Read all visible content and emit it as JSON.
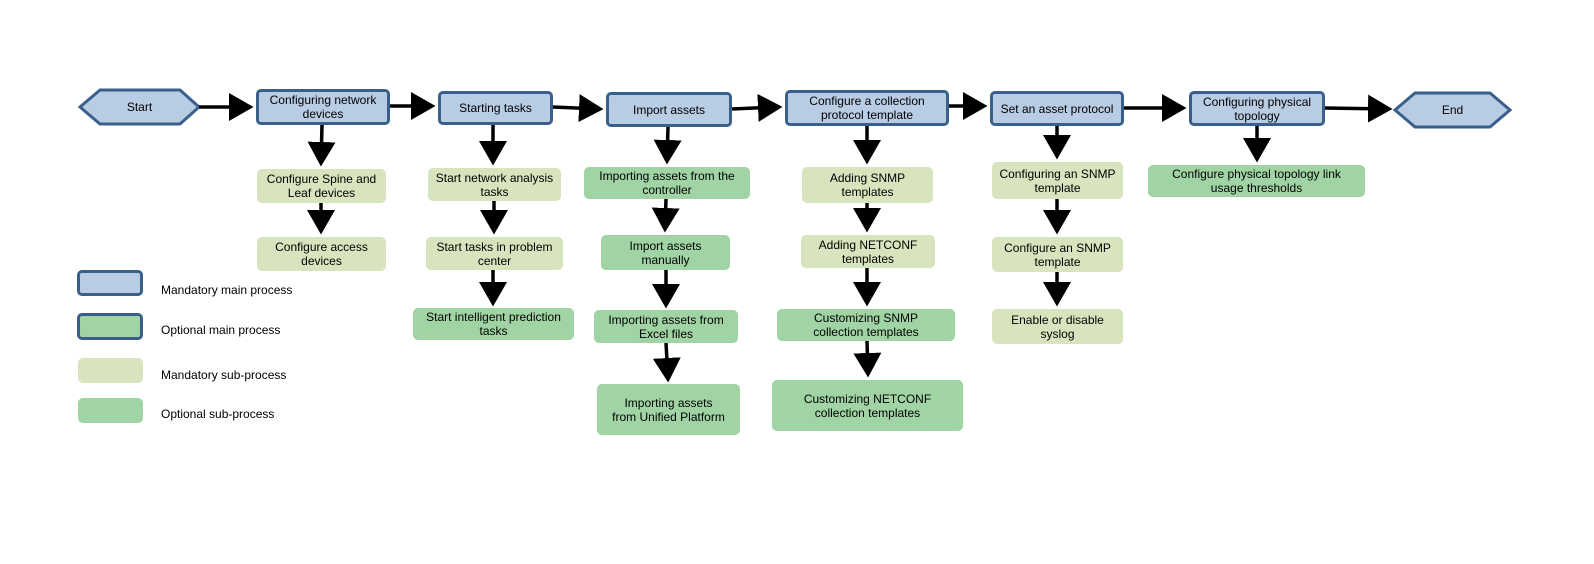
{
  "terminals": {
    "start": "Start",
    "end": "End"
  },
  "main": [
    "Configuring network devices",
    "Starting tasks",
    "Import assets",
    "Configure a collection protocol template",
    "Set an asset protocol",
    "Configuring physical topology"
  ],
  "subs": {
    "network_devices": [
      "Configure Spine and Leaf devices",
      "Configure access devices"
    ],
    "starting_tasks": [
      "Start network analysis tasks",
      "Start tasks in problem center",
      "Start intelligent prediction tasks"
    ],
    "import_assets": [
      "Importing assets from the controller",
      "Import assets manually",
      "Importing assets from Excel files",
      "Importing assets from Unified Platform"
    ],
    "collection_template": [
      "Adding SNMP templates",
      "Adding NETCONF templates",
      "Customizing SNMP collection templates",
      "Customizing NETCONF collection templates"
    ],
    "asset_protocol": [
      "Configuring an SNMP template",
      "Configure an SNMP template",
      "Enable or disable syslog"
    ],
    "physical_topology": [
      "Configure physical topology link usage thresholds"
    ]
  },
  "legend": {
    "mandatory_main": "Mandatory main process",
    "optional_main": "Optional main process",
    "mandatory_sub": "Mandatory sub-process",
    "optional_sub": "Optional sub-process"
  },
  "colors": {
    "main_fill": "#b8cce4",
    "main_border": "#3a5f8a",
    "mandatory_sub_fill": "#d7e4bd",
    "optional_sub_fill": "#a0d4a4",
    "optional_main_fill": "#a0d4a4",
    "arrow": "#000000"
  }
}
